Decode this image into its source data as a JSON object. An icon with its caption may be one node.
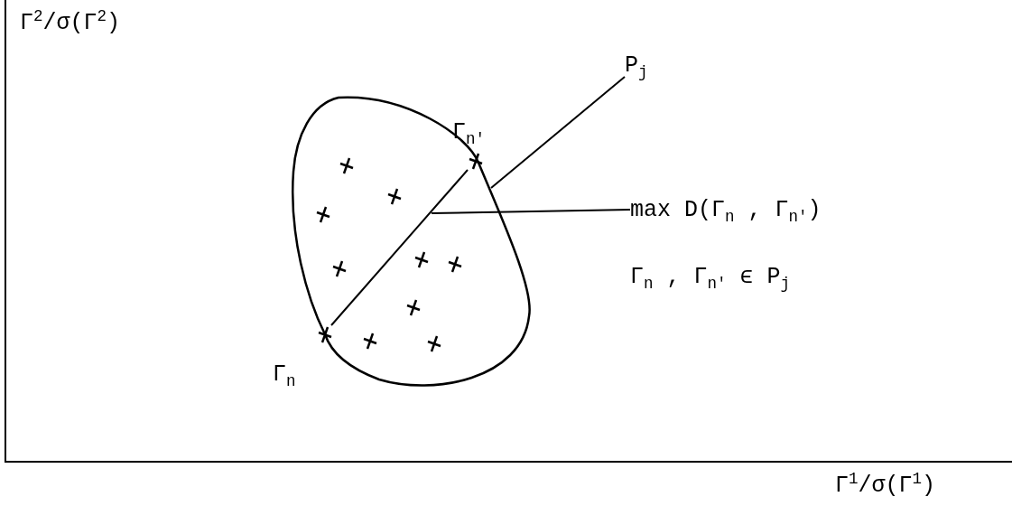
{
  "diagram": {
    "nodes": [
      {
        "text": [
          "P$_{j}$"
        ]
      },
      {
        "text": [],
        "shape": "circle"
      },
      {
        "text": [
          "Γ$_{n'}$"
        ]
      },
      {
        "text": [
          "max D(Γ$_{n}$ , Γ$_{n'}$)"
        ]
      },
      {
        "text": [
          "Γ$_{n}$"
        ]
      }
    ],
    "edges": [
      {
        "from": 0,
        "to": 1,
        "arrow": "none"
      },
      {
        "from": 4,
        "to": 2,
        "arrow": "none"
      },
      {
        "from": 3,
        "to": 1,
        "arrow": "none"
      }
    ],
    "labels": [
      "Γ$^{2}$/σ(Γ$^{2}$)",
      "Γ$_{n}$ , Γ$_{n'}$ ϵ P$_{j}$",
      "Γ$^{1}$/σ(Γ$^{1}$)"
    ]
  }
}
